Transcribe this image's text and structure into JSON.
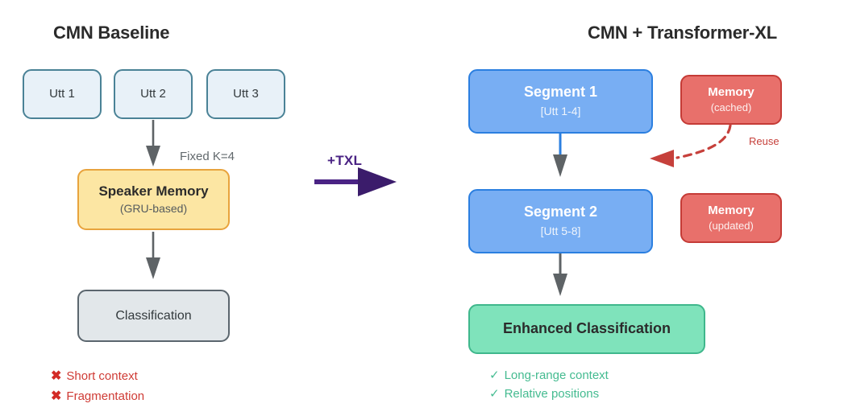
{
  "panels": {
    "left": {
      "title": "CMN Baseline"
    },
    "right": {
      "title": "CMN + Transformer-XL"
    }
  },
  "left_panel": {
    "utterances": [
      {
        "label": "Utt 1"
      },
      {
        "label": "Utt 2"
      },
      {
        "label": "Utt 3"
      }
    ],
    "fixed_k_label": "Fixed K=4",
    "speaker_memory": {
      "title": "Speaker Memory",
      "subtitle": "(GRU-based)"
    },
    "classification": {
      "title": "Classification"
    },
    "cons": [
      {
        "mark": "✖",
        "text": "Short context"
      },
      {
        "mark": "✖",
        "text": "Fragmentation"
      }
    ]
  },
  "right_panel": {
    "segments": [
      {
        "title": "Segment 1",
        "subtitle": "[Utt 1-4]"
      },
      {
        "title": "Segment 2",
        "subtitle": "[Utt 5-8]"
      }
    ],
    "memories": [
      {
        "title": "Memory",
        "subtitle": "(cached)"
      },
      {
        "title": "Memory",
        "subtitle": "(updated)"
      }
    ],
    "reuse_label": "Reuse",
    "enhanced_classification": {
      "title": "Enhanced Classification"
    },
    "pros": [
      {
        "mark": "✓",
        "text": "Long-range context"
      },
      {
        "mark": "✓",
        "text": "Relative positions"
      }
    ]
  },
  "transition": {
    "label": "+TXL"
  },
  "colors": {
    "utterance_fill": "#e8f1f8",
    "utterance_border": "#4a8296",
    "speaker_memory_fill": "#fce6a3",
    "speaker_memory_border": "#e8a33d",
    "classification_fill": "#e2e7ea",
    "classification_border": "#5b666e",
    "segment_fill": "#78aef3",
    "segment_border": "#2b7fe0",
    "memory_fill": "#e8706b",
    "memory_border": "#c53b36",
    "enhanced_fill": "#7fe3bb",
    "enhanced_border": "#3fb78c",
    "arrow_gray": "#5e6366",
    "arrow_blue": "#2b7fe0",
    "arrow_red": "#c6403b",
    "txl_purple": "#4a2384",
    "cons_red": "#cf3b35",
    "pros_green": "#44bb90"
  }
}
